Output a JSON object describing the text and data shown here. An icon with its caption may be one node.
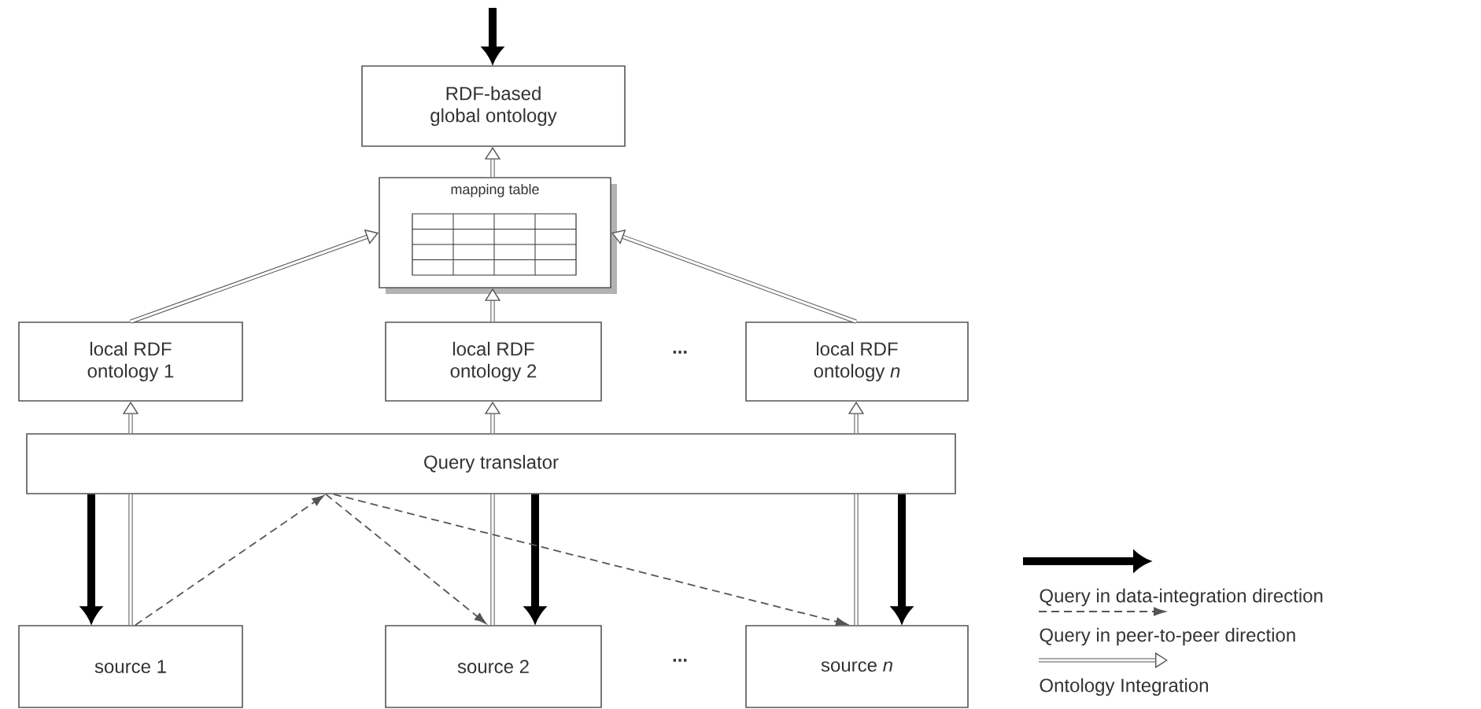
{
  "diagram": {
    "nodes": [
      {
        "text": [
          "RDF-based global ontology"
        ]
      },
      {
        "text": [
          "mapping table"
        ]
      },
      {
        "text": [
          "local RDF ontology 1"
        ]
      },
      {
        "text": [
          "local RDF ontology 2"
        ]
      },
      {
        "text": [
          "local RDF ontology *n*"
        ]
      },
      {
        "text": [
          "Query translator"
        ]
      },
      {
        "text": [
          "source 1"
        ]
      },
      {
        "text": [
          "source 2"
        ]
      },
      {
        "text": [
          "source *n*"
        ]
      }
    ],
    "edges": [
      {
        "from": null,
        "to": 0,
        "arrow": "to",
        "style": "thick"
      },
      {
        "from": 1,
        "to": 0,
        "arrow": "to"
      },
      {
        "from": 2,
        "to": 1,
        "arrow": "to"
      },
      {
        "from": 3,
        "to": 1,
        "arrow": "to"
      },
      {
        "from": 4,
        "to": 1,
        "arrow": "to"
      },
      {
        "from": 5,
        "to": 2,
        "arrow": "to"
      },
      {
        "from": 5,
        "to": 3,
        "arrow": "to"
      },
      {
        "from": 5,
        "to": 4,
        "arrow": "to"
      },
      {
        "from": 6,
        "to": 5,
        "arrow": "none"
      },
      {
        "from": 7,
        "to": 5,
        "arrow": "none"
      },
      {
        "from": 8,
        "to": 5,
        "arrow": "none"
      },
      {
        "from": 5,
        "to": 6,
        "arrow": "to",
        "style": "thick"
      },
      {
        "from": 5,
        "to": 7,
        "arrow": "to",
        "style": "thick"
      },
      {
        "from": 5,
        "to": 8,
        "arrow": "to",
        "style": "thick"
      },
      {
        "from": 6,
        "to": 5,
        "arrow": "to",
        "style": "dashed"
      },
      {
        "from": 5,
        "to": 7,
        "arrow": "to",
        "style": "dashed"
      },
      {
        "from": 5,
        "to": 8,
        "arrow": "to",
        "style": "dashed"
      }
    ],
    "labels": [
      "...",
      "..."
    ],
    "legend": [
      {
        "text": "Query in data-integration direction"
      },
      {
        "text": "Query in peer-to-peer direction"
      },
      {
        "text": "Ontology Integration"
      }
    ]
  }
}
